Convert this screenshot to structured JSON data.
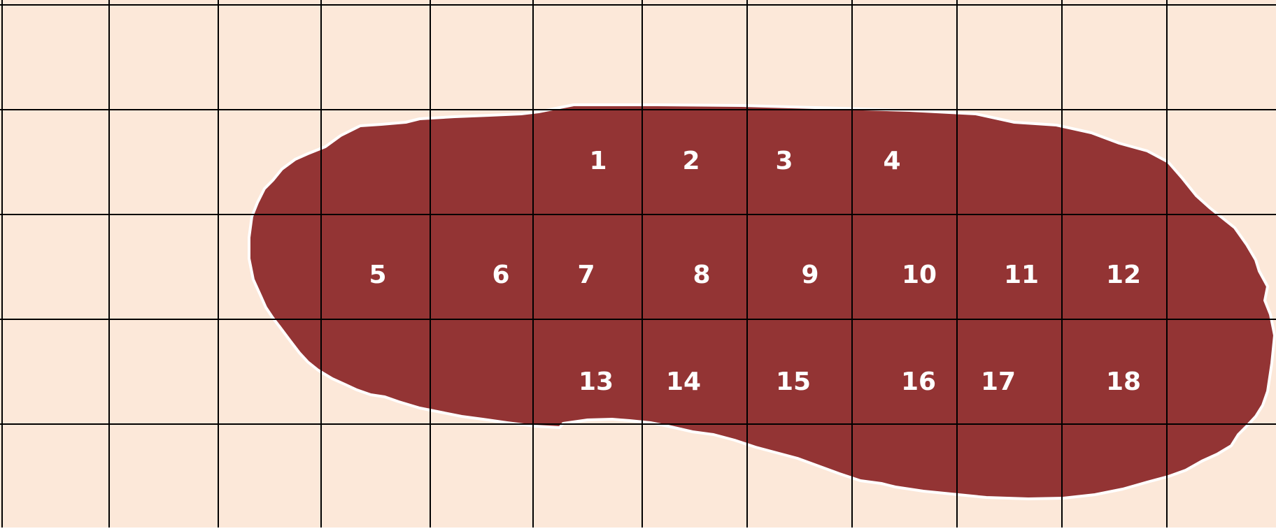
{
  "colors": {
    "background": "#fce8d9",
    "region_fill": "#933434",
    "region_outline": "#ffffff",
    "grid_lines": "#000000",
    "label_text": "#ffffff"
  },
  "cells": {
    "row1": [
      "1",
      "2",
      "3",
      "4"
    ],
    "row2": [
      "5",
      "6",
      "7",
      "8",
      "9",
      "10",
      "11",
      "12"
    ],
    "row3": [
      "13",
      "14",
      "15",
      "16",
      "17",
      "18"
    ]
  }
}
